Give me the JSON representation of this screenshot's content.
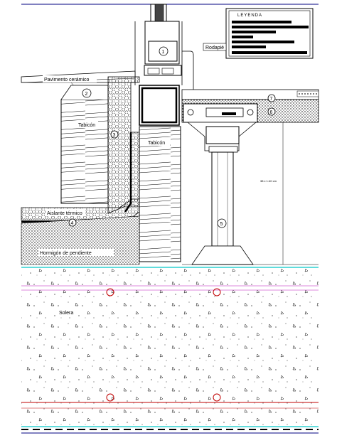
{
  "legend": {
    "title": "LEYENDA"
  },
  "labels": {
    "rodapie": "Rodapié",
    "pavimento": "Pavimento cerámico",
    "tabicon_left": "Tabicón",
    "tabicon_right": "Tabicón",
    "aislante": "Aislante térmico",
    "hormigon": "Hormigón de pendiente",
    "solera": "Solera",
    "dimension": "38 x 1:40 cm"
  },
  "markers": [
    "1",
    "2",
    "3",
    "4",
    "5",
    "6",
    "7"
  ],
  "colors": {
    "line": "#000000",
    "cyan": "#00c8c8",
    "magenta": "#d060d0",
    "red": "#c00000",
    "navy": "#000080",
    "ground": "#c8c8c8"
  }
}
